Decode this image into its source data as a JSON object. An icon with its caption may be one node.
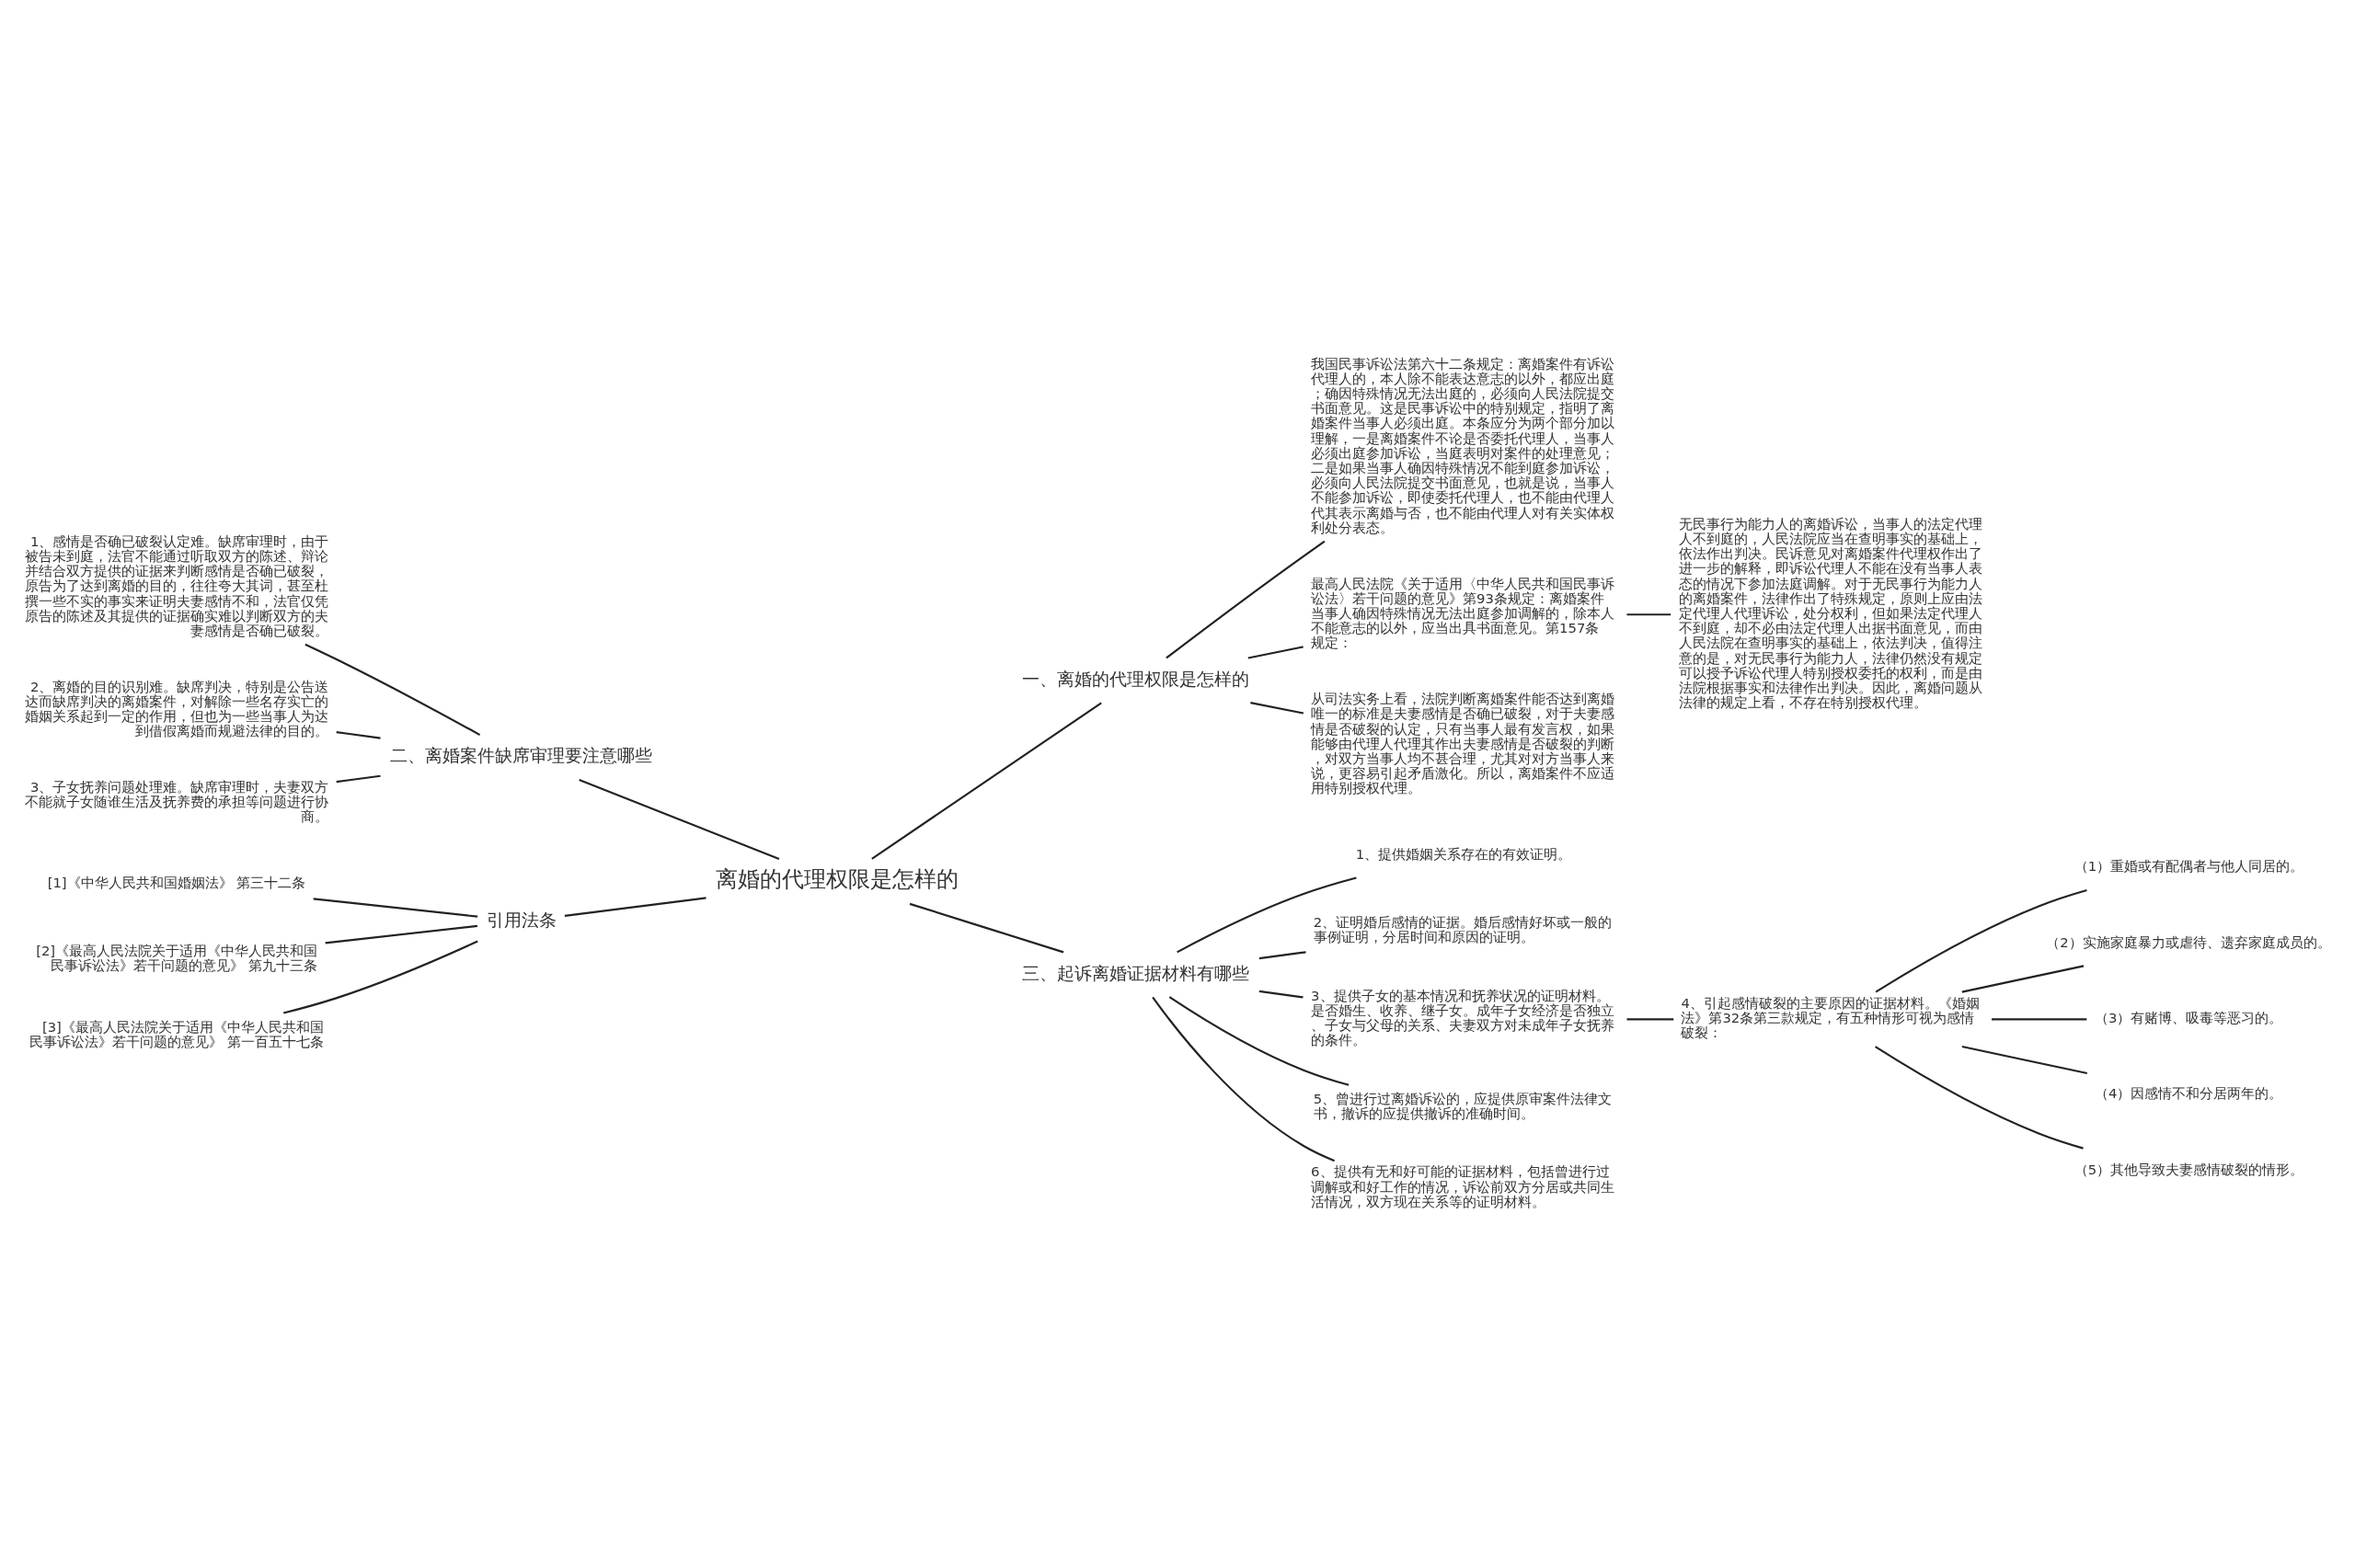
{
  "diagram": {
    "nodes": [
      {
        "text": [
          "离婚的代理权限是怎样的"
        ]
      },
      {
        "text": [
          "一、离婚的代理权限是怎样的"
        ]
      },
      {
        "text": [
          "我国民事诉讼法第六十二条规定：离婚案件有诉讼代理人的，本人除不能表达意志的以外，都应出庭；确因特殊情况无法出庭的，必须向人民法院提交书面意见。这是民事诉讼中的特别规定，指明了离婚案件当事人必须出庭。本条应分为两个部分加以理解，一是离婚案件不论是否委托代理人，当事人必须出庭参加诉讼，当庭表明对案件的处理意见；二是如果当事人确因特殊情况不能到庭参加诉讼，必须向人民法院提交书面意见，也就是说，当事人不能参加诉讼，即使委托代理人，也不能由代理人代其表示离婚与否，也不能由代理人对有关实体权利处分表态。"
        ]
      },
      {
        "text": [
          "最高人民法院《关于适用〈中华人民共和国民事诉讼法〉若干问题的意见》第93条规定：离婚案件当事人确因特殊情况无法出庭参加调解的，除本人不能意志的以外，应当出具书面意见。第157条规定："
        ]
      },
      {
        "text": [
          "无民事行为能力人的离婚诉讼，当事人的法定代理人不到庭的，人民法院应当在查明事实的基础上，依法作出判决。民诉意见对离婚案件代理权作出了进一步的解释，即诉讼代理人不能在没有当事人表态的情况下参加法庭调解。对于无民事行为能力人的离婚案件，法律作出了特殊规定，原则上应由法定代理人代理诉讼，处分权利，但如果法定代理人不到庭，却不必由法定代理人出据书面意见，而由人民法院在查明事实的基础上，依法判决，值得注意的是，对无民事行为能力人，法律仍然没有规定可以授予诉讼代理人特别授权委托的权利，而是由法院根据事实和法律作出判决。因此，离婚问题从法律的规定上看，不存在特别授权代理。"
        ]
      },
      {
        "text": [
          "从司法实务上看，法院判断离婚案件能否达到离婚唯一的标准是夫妻感情是否确已破裂，对于夫妻感情是否破裂的认定，只有当事人最有发言权，如果能够由代理人代理其作出夫妻感情是否破裂的判断，对双方当事人均不甚合理，尤其对对方当事人来说，更容易引起矛盾激化。所以，离婚案件不应适用特别授权代理。"
        ]
      },
      {
        "text": [
          "二、离婚案件缺席审理要注意哪些"
        ]
      },
      {
        "text": [
          "1、感情是否确已破裂认定难。缺席审理时，由于被告未到庭，法官不能通过听取双方的陈述、辩论并结合双方提供的证据来判断感情是否确已破裂，原告为了达到离婚的目的，往往夸大其词，甚至杜撰一些不实的事实来证明夫妻感情不和，法官仅凭原告的陈述及其提供的证据确实难以判断双方的夫妻感情是否确已破裂。"
        ]
      },
      {
        "text": [
          "2、离婚的目的识别难。缺席判决，特别是公告送达而缺席判决的离婚案件，对解除一些名存实亡的婚姻关系起到一定的作用，但也为一些当事人为达到借假离婚而规避法律的目的。"
        ]
      },
      {
        "text": [
          "3、子女抚养问题处理难。缺席审理时，夫妻双方不能就子女随谁生活及抚养费的承担等问题进行协商。"
        ]
      },
      {
        "text": [
          "引用法条"
        ]
      },
      {
        "text": [
          "[1]《中华人民共和国婚姻法》 第三十二条"
        ]
      },
      {
        "text": [
          "[2]《最高人民法院关于适用《中华人民共和国民事诉讼法》若干问题的意见》 第九十三条"
        ]
      },
      {
        "text": [
          "[3]《最高人民法院关于适用《中华人民共和国民事诉讼法》若干问题的意见》 第一百五十七条"
        ]
      },
      {
        "text": [
          "三、起诉离婚证据材料有哪些"
        ]
      },
      {
        "text": [
          "1、提供婚姻关系存在的有效证明。"
        ]
      },
      {
        "text": [
          "2、证明婚后感情的证据。婚后感情好坏或一般的事例证明，分居时间和原因的证明。"
        ]
      },
      {
        "text": [
          "3、提供子女的基本情况和抚养状况的证明材料。是否婚生、收养、继子女。成年子女经济是否独立、子女与父母的关系、夫妻双方对未成年子女抚养的条件。"
        ]
      },
      {
        "text": [
          "4、引起感情破裂的主要原因的证据材料。《婚姻法》第32条第三款规定，有五种情形可视为感情破裂："
        ]
      },
      {
        "text": [
          "（1）重婚或有配偶者与他人同居的。"
        ]
      },
      {
        "text": [
          "（2）实施家庭暴力或虐待、遗弃家庭成员的。"
        ]
      },
      {
        "text": [
          "（3）有赌博、吸毒等恶习的。"
        ]
      },
      {
        "text": [
          "（4）因感情不和分居两年的。"
        ]
      },
      {
        "text": [
          "（5）其他导致夫妻感情破裂的情形。"
        ]
      },
      {
        "text": [
          "5、曾进行过离婚诉讼的，应提供原审案件法律文书，撤诉的应提供撤诉的准确时间。"
        ]
      },
      {
        "text": [
          "6、提供有无和好可能的证据材料，包括曾进行过调解或和好工作的情况，诉讼前双方分居或共同生活情况，双方现在关系等的证明材料。"
        ]
      }
    ],
    "edges": [
      {
        "from": 0,
        "to": 1,
        "arrow": "none"
      },
      {
        "from": 1,
        "to": 2,
        "arrow": "none"
      },
      {
        "from": 1,
        "to": 3,
        "arrow": "none"
      },
      {
        "from": 3,
        "to": 4,
        "arrow": "none"
      },
      {
        "from": 1,
        "to": 5,
        "arrow": "none"
      },
      {
        "from": 0,
        "to": 6,
        "arrow": "none"
      },
      {
        "from": 6,
        "to": 7,
        "arrow": "none"
      },
      {
        "from": 6,
        "to": 8,
        "arrow": "none"
      },
      {
        "from": 6,
        "to": 9,
        "arrow": "none"
      },
      {
        "from": 0,
        "to": 10,
        "arrow": "none"
      },
      {
        "from": 10,
        "to": 11,
        "arrow": "none"
      },
      {
        "from": 10,
        "to": 12,
        "arrow": "none"
      },
      {
        "from": 10,
        "to": 13,
        "arrow": "none"
      },
      {
        "from": 0,
        "to": 14,
        "arrow": "none"
      },
      {
        "from": 14,
        "to": 15,
        "arrow": "none"
      },
      {
        "from": 14,
        "to": 16,
        "arrow": "none"
      },
      {
        "from": 14,
        "to": 17,
        "arrow": "none"
      },
      {
        "from": 17,
        "to": 18,
        "arrow": "none"
      },
      {
        "from": 18,
        "to": 19,
        "arrow": "none"
      },
      {
        "from": 18,
        "to": 20,
        "arrow": "none"
      },
      {
        "from": 18,
        "to": 21,
        "arrow": "none"
      },
      {
        "from": 18,
        "to": 22,
        "arrow": "none"
      },
      {
        "from": 18,
        "to": 23,
        "arrow": "none"
      },
      {
        "from": 14,
        "to": 24,
        "arrow": "none"
      },
      {
        "from": 14,
        "to": 25,
        "arrow": "none"
      }
    ]
  }
}
